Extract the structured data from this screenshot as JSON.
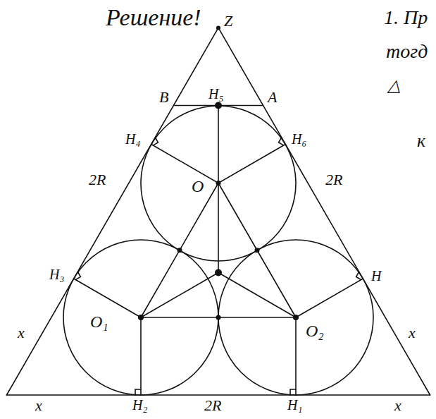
{
  "diagram": {
    "nodes": [
      {
        "text": [
          "O"
        ]
      },
      {
        "text": [
          "O₁"
        ]
      },
      {
        "text": [
          "O₂"
        ]
      }
    ],
    "labels": [
      "Решение!",
      "1. Пр",
      "тогд",
      "△",
      "к",
      "Z",
      "B",
      "H₅",
      "A",
      "H₄",
      "H₆",
      "2R",
      "2R",
      "H₃",
      "H",
      "x",
      "x",
      "x",
      "H₂",
      "2R",
      "H₁",
      "x"
    ]
  }
}
